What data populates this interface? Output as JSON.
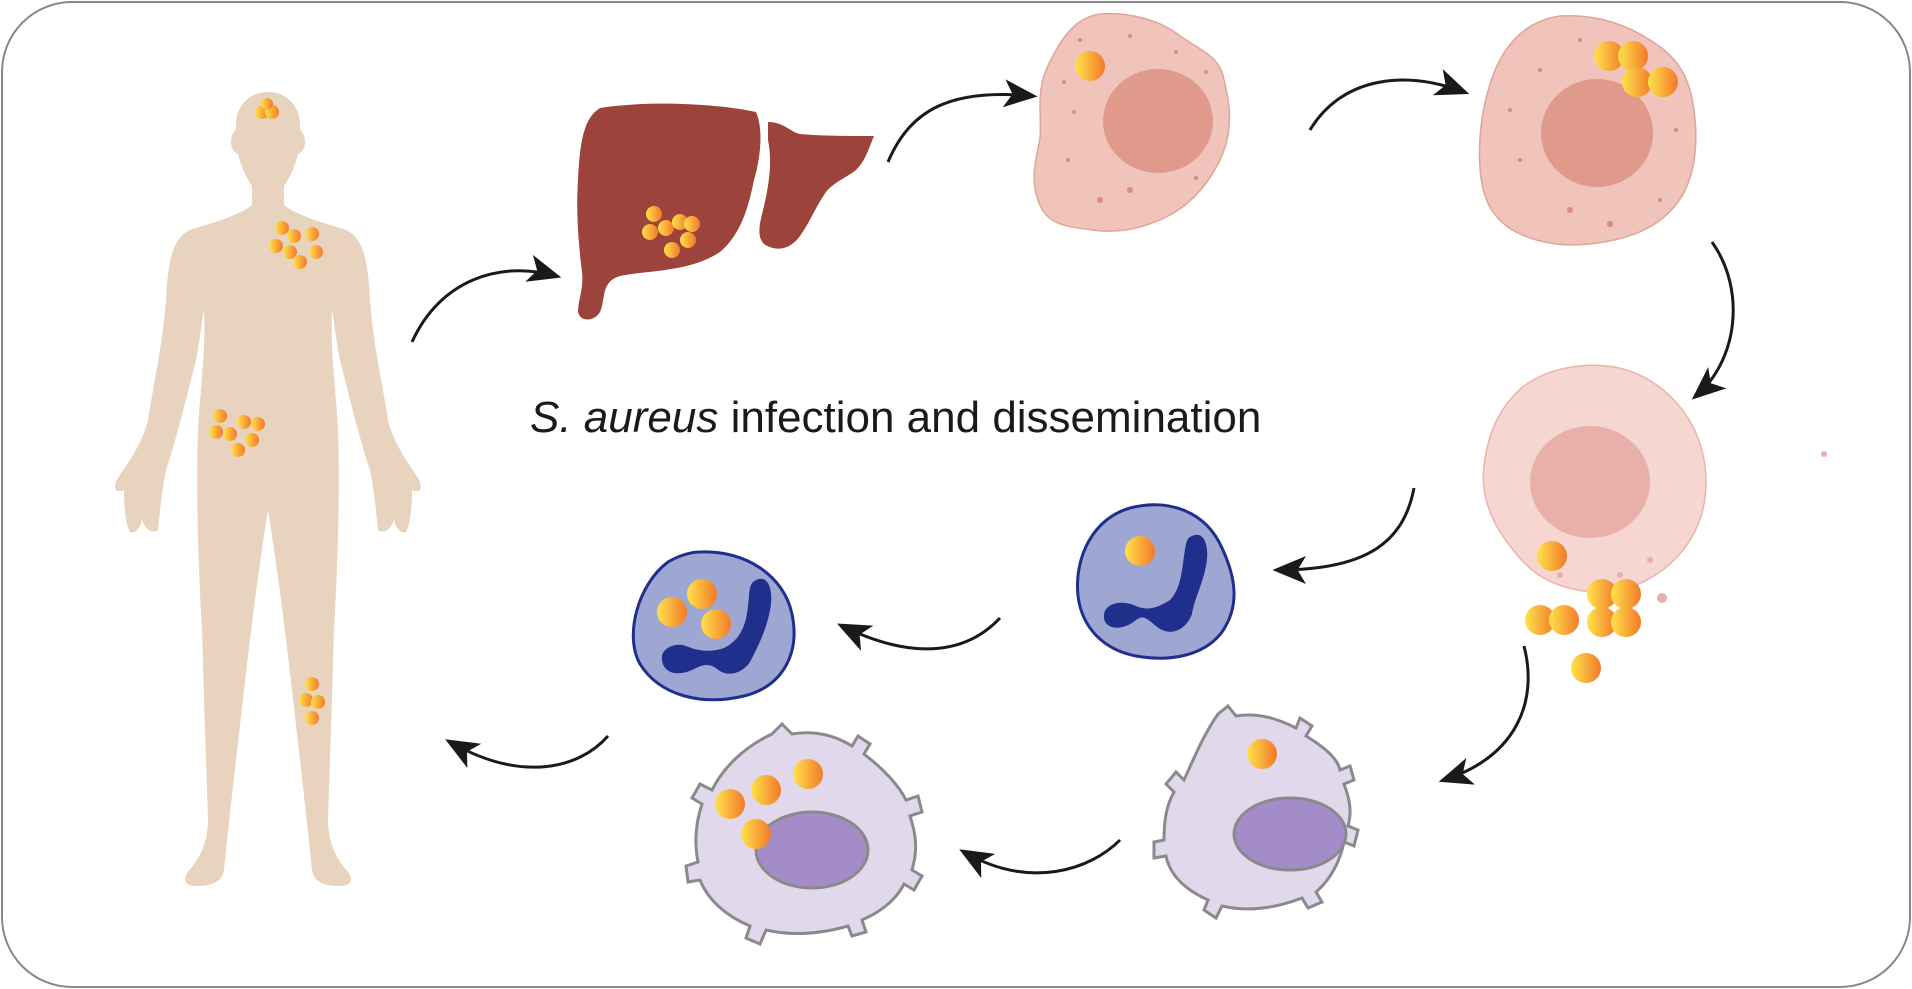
{
  "diagram": {
    "title_species": "S. aureus",
    "title_rest": " infection and dissemination"
  },
  "nodes": [
    {
      "id": "human-body",
      "kind": "human body with infection foci"
    },
    {
      "id": "liver",
      "kind": "liver with bacteria"
    },
    {
      "id": "hepatocyte-1",
      "kind": "hepatocyte, single bacterium"
    },
    {
      "id": "hepatocyte-2",
      "kind": "hepatocyte, bacterial cluster"
    },
    {
      "id": "hepatocyte-3",
      "kind": "lysing hepatocyte releasing bacteria"
    },
    {
      "id": "macrophage-1",
      "kind": "macrophage, single bacterium"
    },
    {
      "id": "macrophage-2",
      "kind": "macrophage, multiple bacteria"
    },
    {
      "id": "neutrophil-1",
      "kind": "neutrophil, single bacterium"
    },
    {
      "id": "neutrophil-2",
      "kind": "neutrophil, multiple bacteria"
    }
  ],
  "colors": {
    "body_skin": "#e8d3bf",
    "liver": "#9c433b",
    "hepatocyte_fill": "#f0c4bb",
    "hepatocyte_nucleus": "#df9a8b",
    "macrophage_fill": "#e1d8ec",
    "macrophage_nucleus": "#a48cc9",
    "neutrophil_fill": "#9ea6d2",
    "neutrophil_nucleus": "#1f2f8c",
    "bacteria_light": "#ffe24a",
    "bacteria_dark": "#f2792a",
    "arrow": "#1a1a1a"
  }
}
